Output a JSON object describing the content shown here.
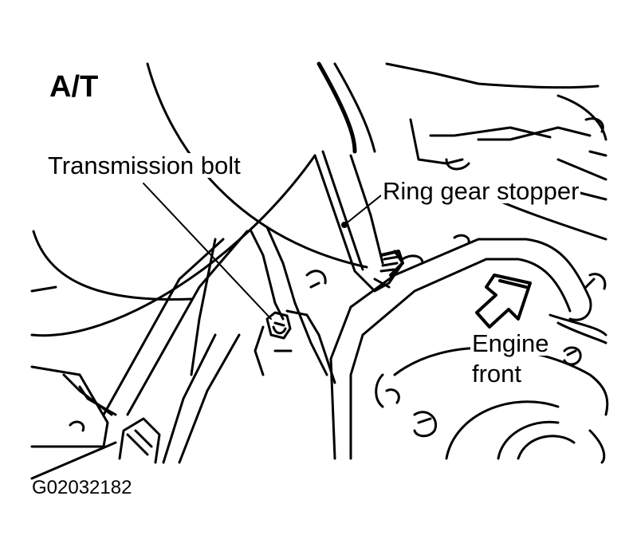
{
  "figure": {
    "heading": "A/T",
    "labels": {
      "transmission_bolt": "Transmission bolt",
      "ring_gear_stopper": "Ring gear stopper",
      "engine_front_line1": "Engine",
      "engine_front_line2": "front"
    },
    "figure_id": "G02032182"
  },
  "colors": {
    "ink": "#000000",
    "paper": "#ffffff"
  }
}
